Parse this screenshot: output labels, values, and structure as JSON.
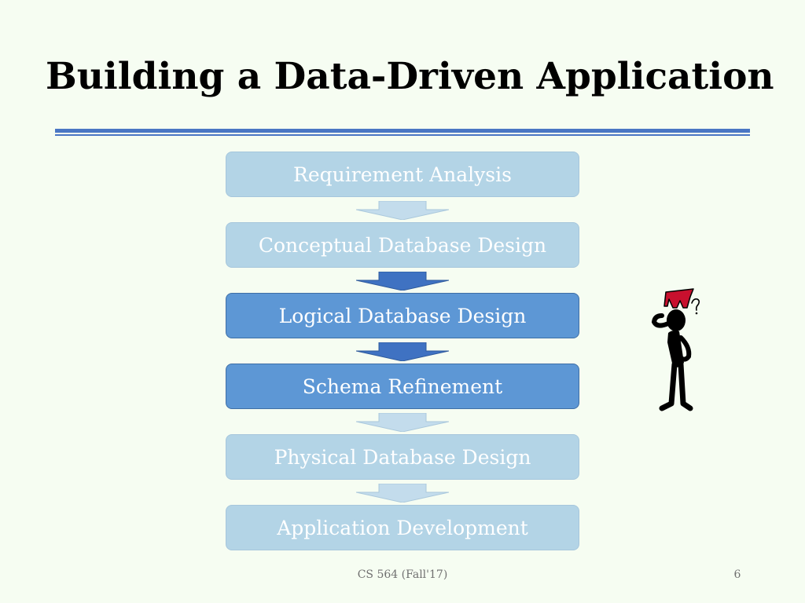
{
  "slide": {
    "title": "Building a Data-Driven Application"
  },
  "flow": {
    "steps": [
      {
        "label": "Requirement Analysis",
        "state": "faded"
      },
      {
        "label": "Conceptual Database Design",
        "state": "faded"
      },
      {
        "label": "Logical Database Design",
        "state": "active"
      },
      {
        "label": "Schema Refinement",
        "state": "active"
      },
      {
        "label": "Physical Database Design",
        "state": "faded"
      },
      {
        "label": "Application Development",
        "state": "faded"
      }
    ]
  },
  "footer": {
    "course": "CS 564 (Fall'17)",
    "page": "6"
  },
  "colors": {
    "background": "#f6fdf2",
    "faded_box": "#b3d4e6",
    "active_box": "#5d97d5",
    "active_arrow": "#3f72c2",
    "title_rule": "#4a76c4",
    "logo_red": "#c8102e"
  }
}
